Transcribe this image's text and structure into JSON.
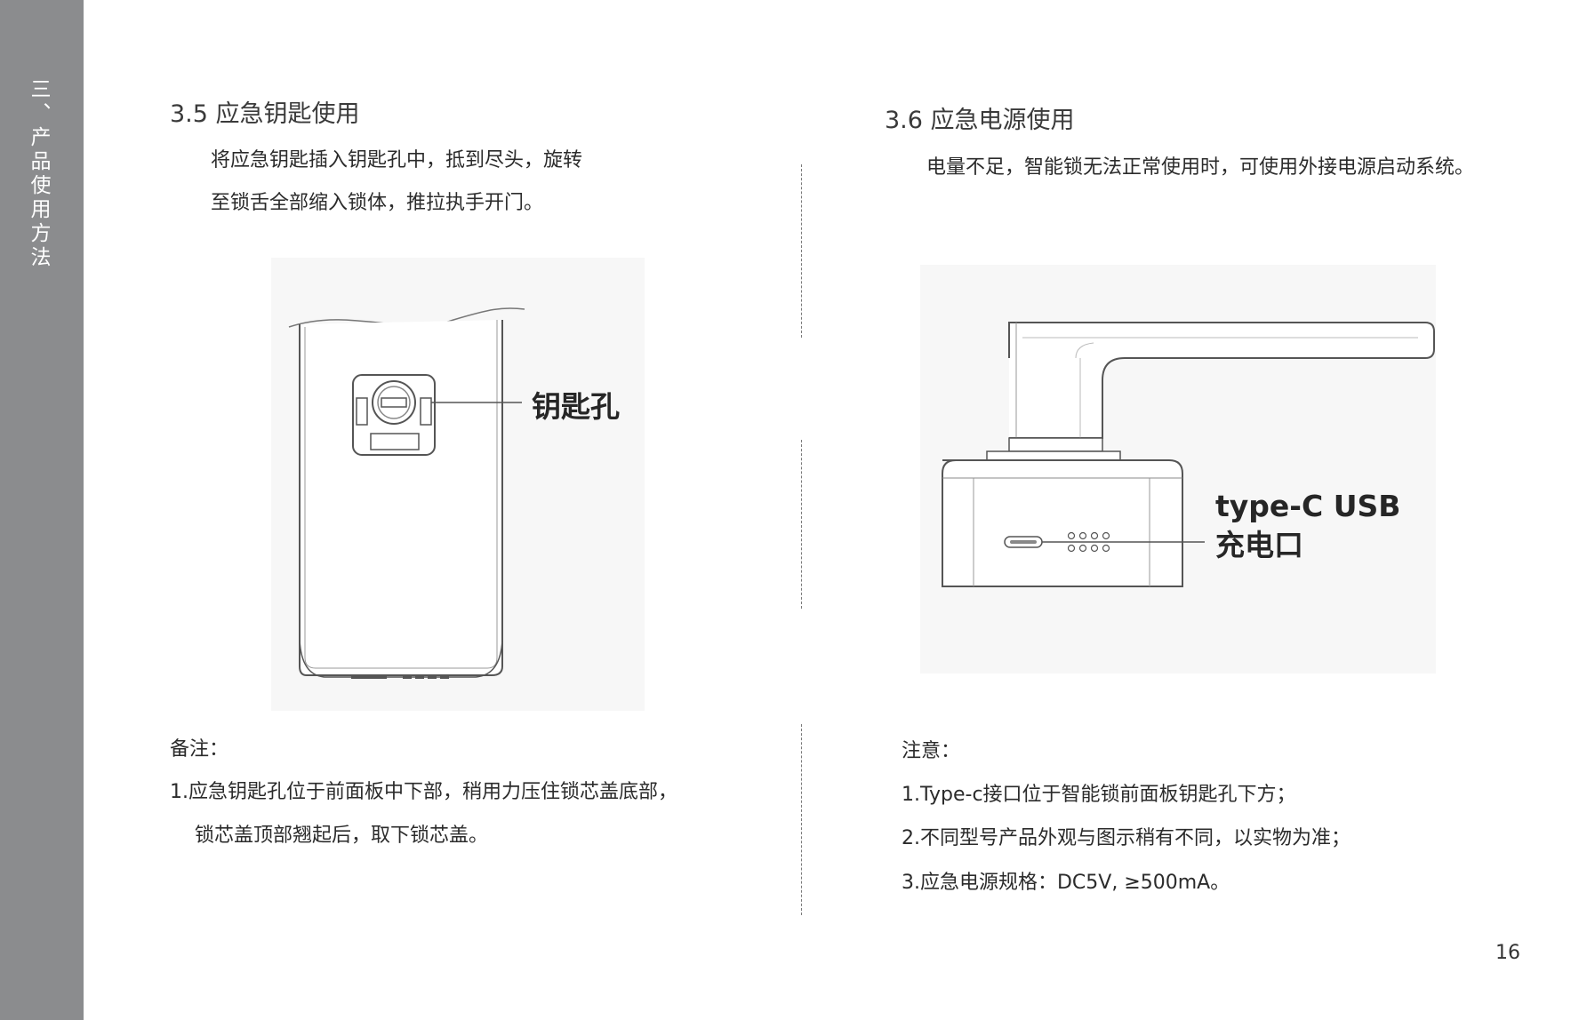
{
  "sidebar": {
    "label": "三、产品使用方法"
  },
  "left": {
    "heading": "3.5 应急钥匙使用",
    "intro": [
      "将应急钥匙插入钥匙孔中，抵到尽头，旋转",
      "至锁舌全部缩入锁体，推拉执手开门。"
    ],
    "callout": "钥匙孔",
    "notes_title": "备注：",
    "notes": [
      "1.应急钥匙孔位于前面板中下部，稍用力压住锁芯盖底部，",
      "锁芯盖顶部翘起后，取下锁芯盖。"
    ]
  },
  "right": {
    "heading": "3.6 应急电源使用",
    "intro": "电量不足，智能锁无法正常使用时，可使用外接电源启动系统。",
    "callout": [
      "type-C USB",
      "充电口"
    ],
    "notes_title": "注意：",
    "notes": [
      "1.Type-c接口位于智能锁前面板钥匙孔下方；",
      "2.不同型号产品外观与图示稍有不同，以实物为准；",
      "3.应急电源规格：DC5V, ≥500mA。"
    ]
  },
  "page_number": "16",
  "colors": {
    "sidebar": "#8b8c8e",
    "text": "#2b2b2b",
    "line": "#555555"
  }
}
